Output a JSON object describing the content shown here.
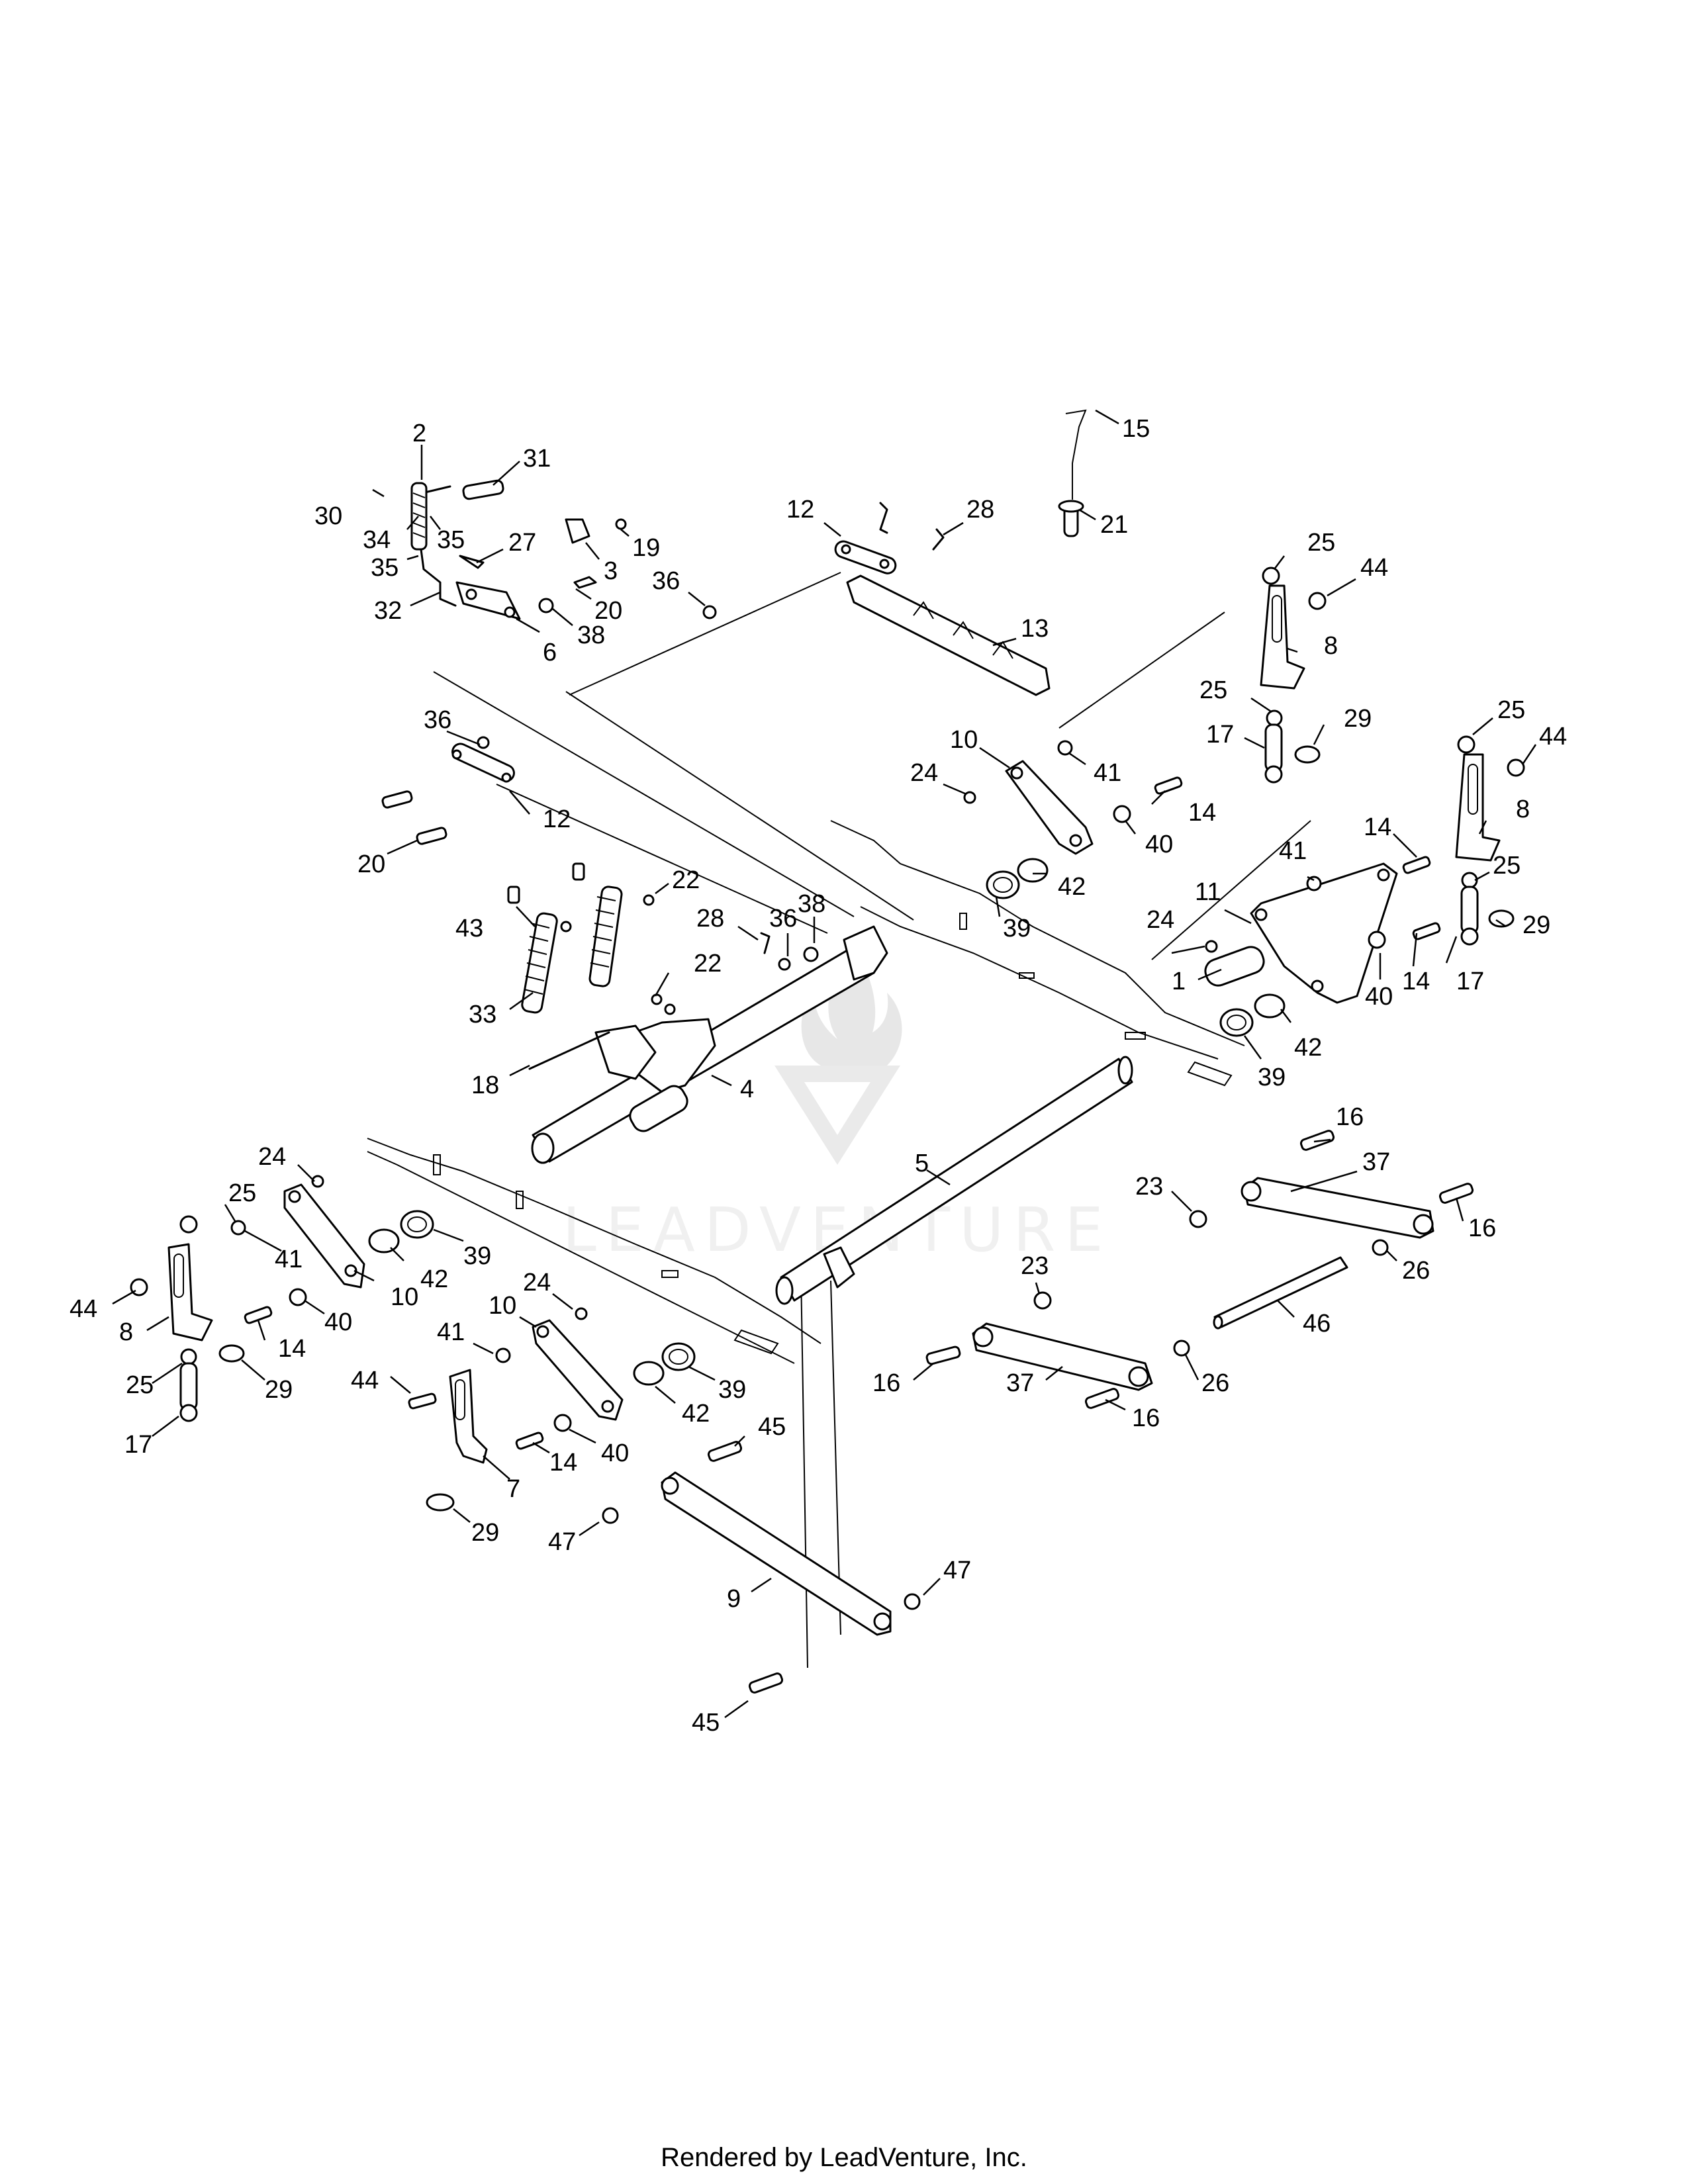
{
  "watermark": {
    "text": "LEADVENTURE"
  },
  "footer": {
    "text": "Rendered by LeadVenture, Inc."
  },
  "callouts": [
    {
      "id": "c2a",
      "text": "2"
    },
    {
      "id": "c31",
      "text": "31"
    },
    {
      "id": "c30",
      "text": "30"
    },
    {
      "id": "c34",
      "text": "34"
    },
    {
      "id": "c35a",
      "text": "35"
    },
    {
      "id": "c35b",
      "text": "35"
    },
    {
      "id": "c27",
      "text": "27"
    },
    {
      "id": "c19",
      "text": "19"
    },
    {
      "id": "c3",
      "text": "3"
    },
    {
      "id": "c20a",
      "text": "20"
    },
    {
      "id": "c38a",
      "text": "38"
    },
    {
      "id": "c32",
      "text": "32"
    },
    {
      "id": "c6",
      "text": "6"
    },
    {
      "id": "c12a",
      "text": "12"
    },
    {
      "id": "c28a",
      "text": "28"
    },
    {
      "id": "c36a",
      "text": "36"
    },
    {
      "id": "c13",
      "text": "13"
    },
    {
      "id": "c15",
      "text": "15"
    },
    {
      "id": "c21",
      "text": "21"
    },
    {
      "id": "c25a",
      "text": "25"
    },
    {
      "id": "c44a",
      "text": "44"
    },
    {
      "id": "c8a",
      "text": "8"
    },
    {
      "id": "c25b",
      "text": "25"
    },
    {
      "id": "c29a",
      "text": "29"
    },
    {
      "id": "c17a",
      "text": "17"
    },
    {
      "id": "c36b",
      "text": "36"
    },
    {
      "id": "c12b",
      "text": "12"
    },
    {
      "id": "c20b",
      "text": "20"
    },
    {
      "id": "c10a",
      "text": "10"
    },
    {
      "id": "c24a",
      "text": "24"
    },
    {
      "id": "c41a",
      "text": "41"
    },
    {
      "id": "c14a",
      "text": "14"
    },
    {
      "id": "c40a",
      "text": "40"
    },
    {
      "id": "c42a",
      "text": "42"
    },
    {
      "id": "c39a",
      "text": "39"
    },
    {
      "id": "c25c",
      "text": "25"
    },
    {
      "id": "c44b",
      "text": "44"
    },
    {
      "id": "c8b",
      "text": "8"
    },
    {
      "id": "c41b",
      "text": "41"
    },
    {
      "id": "c14b",
      "text": "14"
    },
    {
      "id": "c11",
      "text": "11"
    },
    {
      "id": "c25d",
      "text": "25"
    },
    {
      "id": "c24b",
      "text": "24"
    },
    {
      "id": "c29b",
      "text": "29"
    },
    {
      "id": "c17b",
      "text": "17"
    },
    {
      "id": "c14c",
      "text": "14"
    },
    {
      "id": "c1",
      "text": "1"
    },
    {
      "id": "c40b",
      "text": "40"
    },
    {
      "id": "c42b",
      "text": "42"
    },
    {
      "id": "c39b",
      "text": "39"
    },
    {
      "id": "c22a",
      "text": "22"
    },
    {
      "id": "c43",
      "text": "43"
    },
    {
      "id": "c38b",
      "text": "38"
    },
    {
      "id": "c28b",
      "text": "28"
    },
    {
      "id": "c36c",
      "text": "36"
    },
    {
      "id": "c22b",
      "text": "22"
    },
    {
      "id": "c33",
      "text": "33"
    },
    {
      "id": "c4",
      "text": "4"
    },
    {
      "id": "c18",
      "text": "18"
    },
    {
      "id": "c5",
      "text": "5"
    },
    {
      "id": "c16a",
      "text": "16"
    },
    {
      "id": "c37a",
      "text": "37"
    },
    {
      "id": "c23a",
      "text": "23"
    },
    {
      "id": "c16b",
      "text": "16"
    },
    {
      "id": "c26a",
      "text": "26"
    },
    {
      "id": "c46",
      "text": "46"
    },
    {
      "id": "c23b",
      "text": "23"
    },
    {
      "id": "c16c",
      "text": "16"
    },
    {
      "id": "c37b",
      "text": "37"
    },
    {
      "id": "c26b",
      "text": "26"
    },
    {
      "id": "c16d",
      "text": "16"
    },
    {
      "id": "c24c",
      "text": "24"
    },
    {
      "id": "c25e",
      "text": "25"
    },
    {
      "id": "c41c",
      "text": "41"
    },
    {
      "id": "c10b",
      "text": "10"
    },
    {
      "id": "c42c",
      "text": "42"
    },
    {
      "id": "c39c",
      "text": "39"
    },
    {
      "id": "c44c",
      "text": "44"
    },
    {
      "id": "c8c",
      "text": "8"
    },
    {
      "id": "c40c",
      "text": "40"
    },
    {
      "id": "c14d",
      "text": "14"
    },
    {
      "id": "c25f",
      "text": "25"
    },
    {
      "id": "c29c",
      "text": "29"
    },
    {
      "id": "c17c",
      "text": "17"
    },
    {
      "id": "c24d",
      "text": "24"
    },
    {
      "id": "c10c",
      "text": "10"
    },
    {
      "id": "c41d",
      "text": "41"
    },
    {
      "id": "c44d",
      "text": "44"
    },
    {
      "id": "c7",
      "text": "7"
    },
    {
      "id": "c14e",
      "text": "14"
    },
    {
      "id": "c40d",
      "text": "40"
    },
    {
      "id": "c42d",
      "text": "42"
    },
    {
      "id": "c39d",
      "text": "39"
    },
    {
      "id": "c29d",
      "text": "29"
    },
    {
      "id": "c45a",
      "text": "45"
    },
    {
      "id": "c47a",
      "text": "47"
    },
    {
      "id": "c9",
      "text": "9"
    },
    {
      "id": "c47b",
      "text": "47"
    },
    {
      "id": "c45b",
      "text": "45"
    }
  ]
}
